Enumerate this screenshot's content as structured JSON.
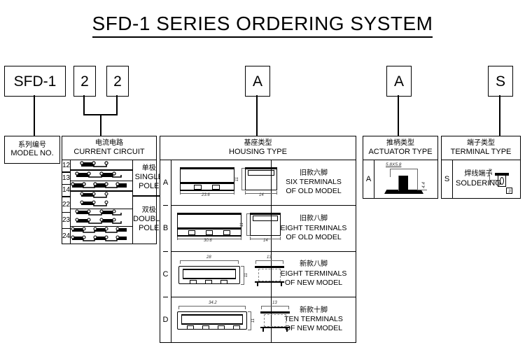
{
  "title": "SFD-1 SERIES ORDERING SYSTEM",
  "codes": {
    "model": "SFD-1",
    "circuit_digit1": "2",
    "circuit_digit2": "2",
    "housing": "A",
    "actuator": "A",
    "terminal": "S"
  },
  "columns": {
    "model_no": {
      "cn": "系列编号",
      "en": "MODEL NO."
    },
    "current_circuit": {
      "cn": "电流电路",
      "en": "CURRENT CIRCUIT",
      "groups": [
        {
          "cn": "单极",
          "en1": "SINGLE",
          "en2": "POLE",
          "codes": [
            "12",
            "13",
            "14"
          ]
        },
        {
          "cn": "双极",
          "en1": "DOUBLE",
          "en2": "POLE",
          "codes": [
            "22",
            "23",
            "24"
          ]
        }
      ]
    },
    "housing_type": {
      "cn": "基座类型",
      "en": "HOUSING TYPE",
      "rows": [
        {
          "code": "A",
          "cn": "旧款六脚",
          "en1": "SIX TERMINALS",
          "en2": "OF OLD MODEL",
          "width": "23.6",
          "depth": "14",
          "height": "11",
          "terminals": 2
        },
        {
          "code": "B",
          "cn": "旧款八脚",
          "en1": "EIGHT TERMINALS",
          "en2": "OF OLD MODEL",
          "width": "30.6",
          "depth": "14",
          "height": "11",
          "terminals": 3
        },
        {
          "code": "C",
          "cn": "新款八脚",
          "en1": "EIGHT TERMINALS",
          "en2": "OF NEW MODEL",
          "width": "28",
          "depth": "13",
          "height": "11",
          "terminals": 3
        },
        {
          "code": "D",
          "cn": "新款十脚",
          "en1": "TEN TERMINALS",
          "en2": "OF NEW MODEL",
          "width": "34.2",
          "depth": "13",
          "height": "11",
          "terminals": 4
        }
      ]
    },
    "actuator_type": {
      "cn": "推柄类型",
      "en": "ACTUATOR TYPE",
      "rows": [
        {
          "code": "A",
          "dim_top": "5.8X5.8",
          "dim_side": "4.4"
        }
      ]
    },
    "terminal_type": {
      "cn": "端子类型",
      "en": "TERMINAL TYPE",
      "rows": [
        {
          "code": "S",
          "cn": "焊线端子",
          "en": "SOLDERING",
          "dim_v": "2.4",
          "dim_h": "3"
        }
      ]
    }
  },
  "colors": {
    "line": "#000000",
    "background": "#ffffff",
    "dimension_text": "#333333"
  }
}
